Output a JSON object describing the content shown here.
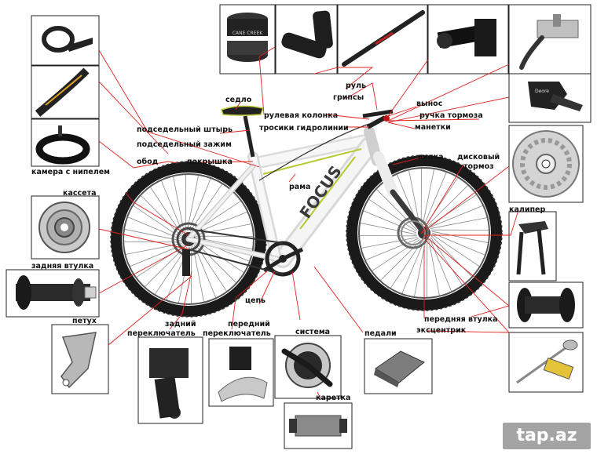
{
  "labels": {
    "sedlo": "седло",
    "podsed_shtyr": "подседельный штырь",
    "podsed_zazhim": "подседельный зажим",
    "kamera": "камера с нипелем",
    "obod": "обод",
    "pokryshka": "покрышка",
    "kasseta": "кассета",
    "zadnyaya_vtulka": "задняя втулка",
    "petuh": "петух",
    "zadniy": "задний",
    "pereklyuchatel_1": "переключатель",
    "peredniy": "передний",
    "pereklyuchatel_2": "переключатель",
    "tsep": "цепь",
    "sistema": "система",
    "pedali": "педали",
    "karetka": "каретка",
    "rama": "рама",
    "rul": "руль",
    "gripsy": "грипсы",
    "rulevaya": "рулевая колонка",
    "trosiki": "тросики гидролинии",
    "vynos": "вынос",
    "ruchka": "ручка тормоза",
    "manetki": "манетки",
    "vilka": "вилка",
    "diskovyy": "дисковый",
    "tormoz": "тормоз",
    "kaliper": "калипер",
    "perednyaya_vtulka": "передняя втулка",
    "ekstsentrik": "эксцентрик"
  },
  "frame_text": "FOCUS",
  "headset_text": "CANE CREEK",
  "shifter_text": "Deore",
  "watermark": "tap.az",
  "colors": {
    "leader_line": "#e0201e",
    "frame": "#f2f2f2",
    "accent": "#b7c832",
    "tire": "#1a1a1a"
  }
}
